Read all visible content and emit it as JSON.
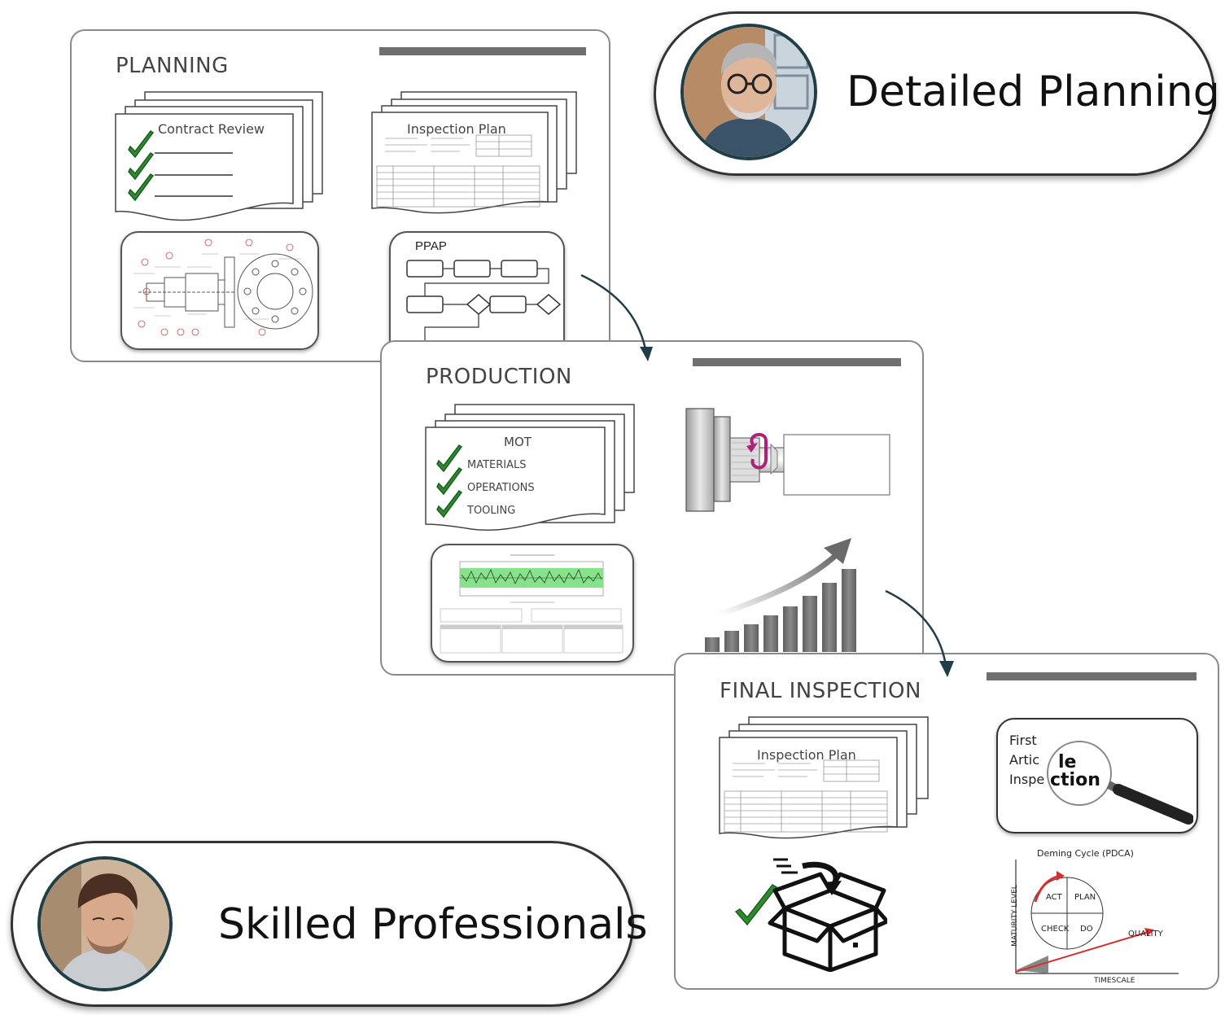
{
  "planning": {
    "title": "PLANNING",
    "contract_review": "Contract Review",
    "inspection_plan": "Inspection Plan",
    "ppap": "PPAP"
  },
  "production": {
    "title": "PRODUCTION",
    "mot": "MOT",
    "items": [
      "MATERIALS",
      "OPERATIONS",
      "TOOLING"
    ]
  },
  "final_inspection": {
    "title": "FINAL INSPECTION",
    "inspection_plan": "Inspection Plan",
    "fai_line1": "First",
    "fai_line2": "Artic",
    "fai_line3": "Inspe",
    "fai_zoom1": "le",
    "fai_zoom2": "ction",
    "deming_title": "Deming Cycle (PDCA)",
    "pdca": [
      "ACT",
      "PLAN",
      "CHECK",
      "DO"
    ],
    "quality": "QUALITY",
    "maturity": "MATURITY LEVEL",
    "timescale": "TIMESCALE"
  },
  "badges": {
    "detailed_planning": "Detailed Planning",
    "skilled_professionals": "Skilled Professionals"
  },
  "colors": {
    "check_green": "#2e8b2e",
    "arrow_navy": "#1f3e46",
    "bar_gray": "#6f6f6f",
    "rotate_magenta": "#b0207a",
    "chart_band_green": "#86e38a",
    "pdca_red": "#d32f2f"
  }
}
